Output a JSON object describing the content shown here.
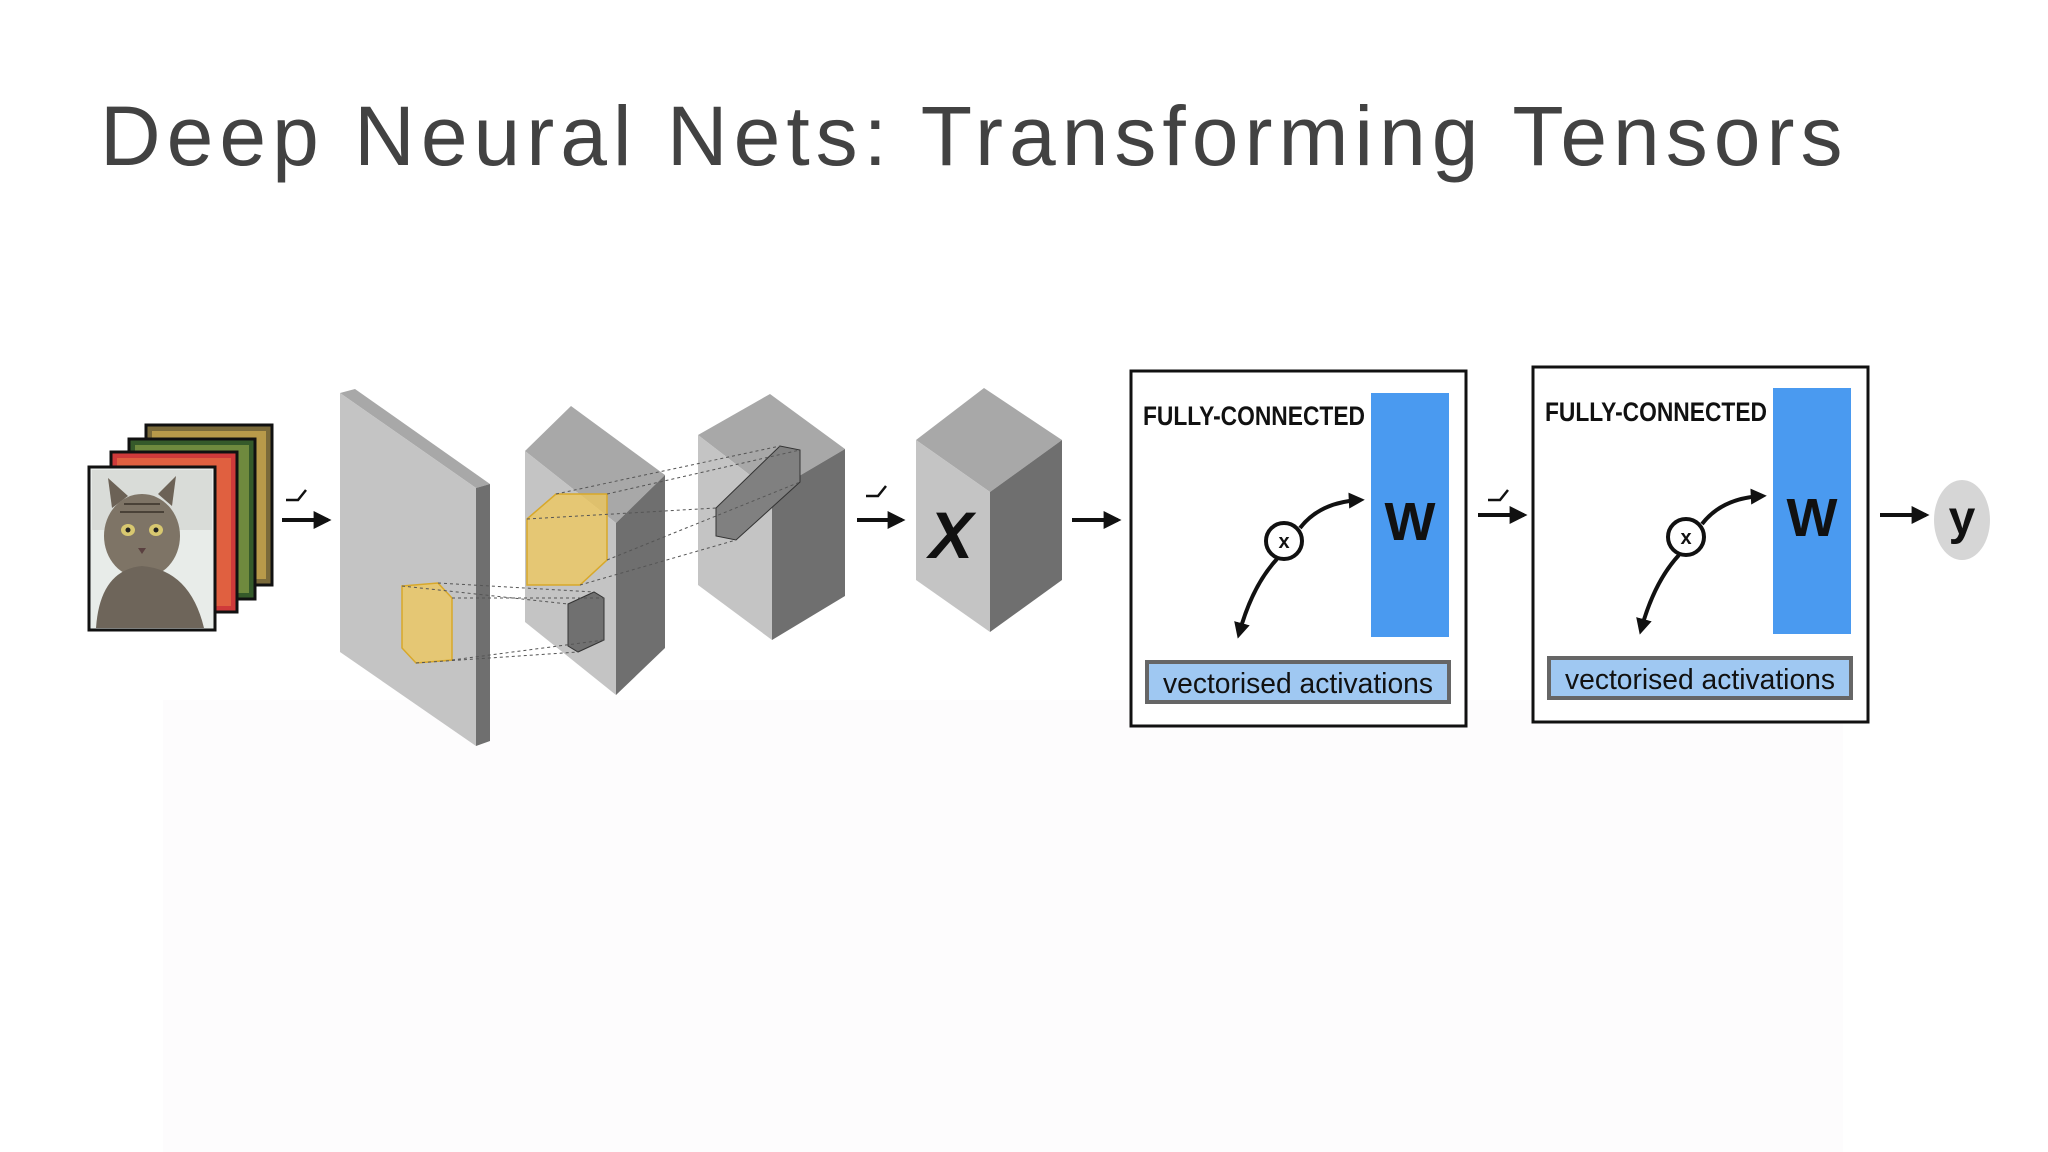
{
  "slide": {
    "title": "Deep Neural Nets: Transforming Tensors"
  },
  "diagram": {
    "tensor_symbol": "X",
    "output_symbol": "y",
    "fc_blocks": [
      {
        "heading": "FULLY-CONNECTED",
        "weight_label": "W",
        "multiply_symbol": "x",
        "activations_label": "vectorised activations"
      },
      {
        "heading": "FULLY-CONNECTED",
        "weight_label": "W",
        "multiply_symbol": "x",
        "activations_label": "vectorised activations"
      }
    ],
    "colors": {
      "weight_matrix": "#4a9af0",
      "activations_bar": "#9fc8f2",
      "receptive_field": "#f0c85a",
      "volume_front": "#c4c4c4",
      "volume_side": "#7c7c7c",
      "volume_top": "#a8a8a8",
      "output_node": "#d6d6d6"
    },
    "icons": [
      "input-image-stack",
      "relu-icon",
      "arrow-right-icon",
      "multiply-node-icon"
    ]
  }
}
